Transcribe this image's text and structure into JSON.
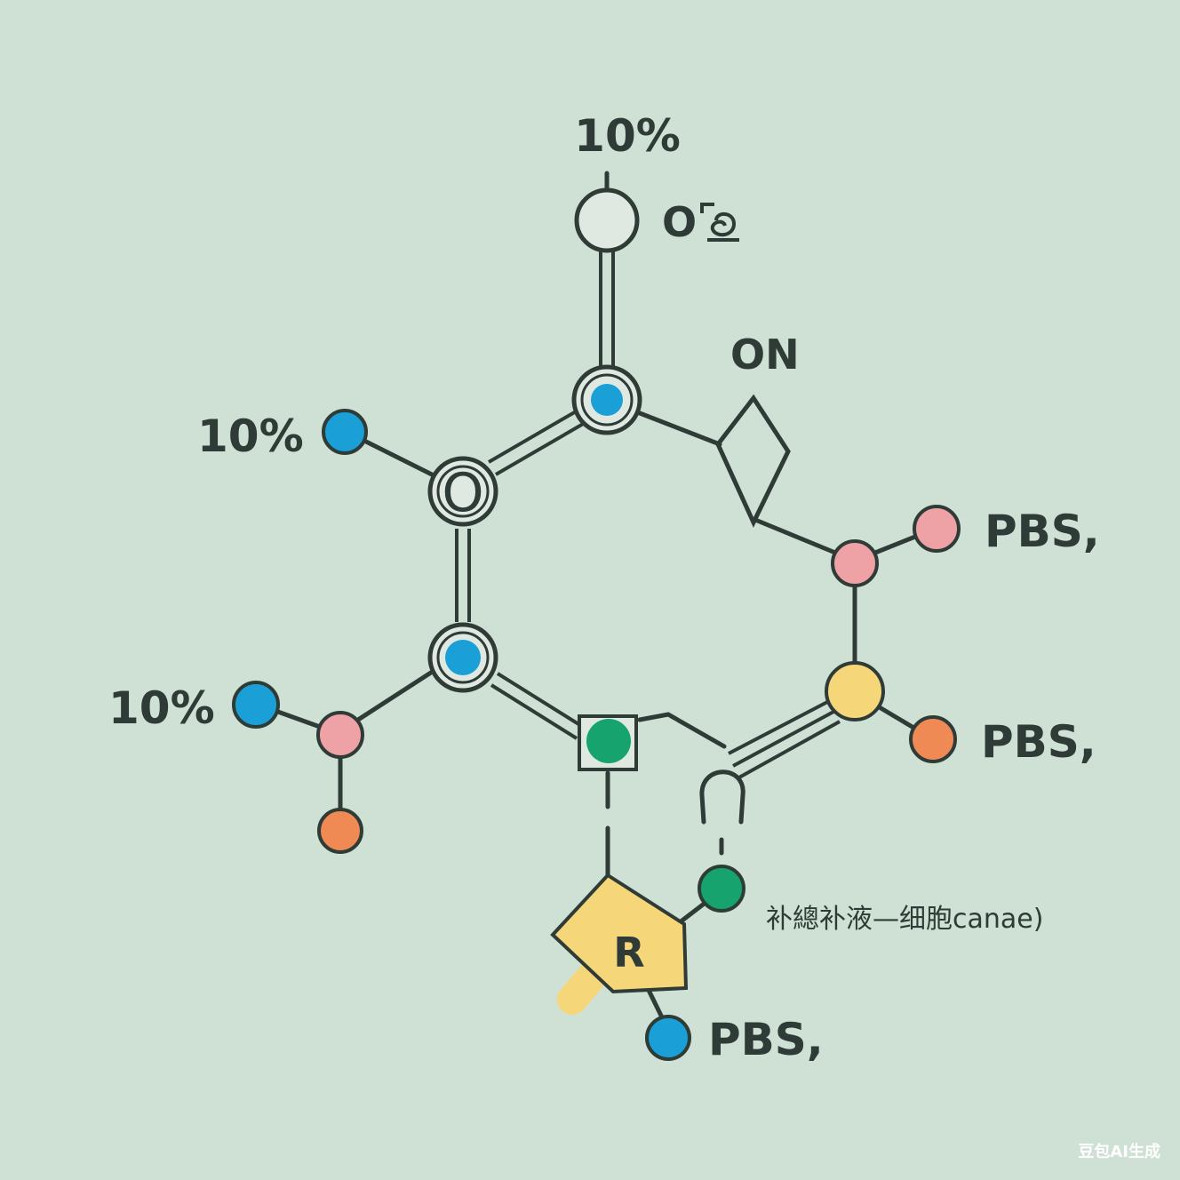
{
  "labels": {
    "top_percent": "10%",
    "top_o_label": "O",
    "on_label": "ON",
    "left_percent_upper": "10%",
    "left_percent_lower": "10%",
    "ring_o_label": "O",
    "pbs_upper": "PBS,",
    "pbs_middle": "PBS,",
    "pbs_lower": "PBS,",
    "r_label": "R",
    "annotation": "补總补液—细胞canae)",
    "watermark": "豆包AI生成"
  },
  "colors": {
    "background": "#cfe0d4",
    "bond": "#2f3b36",
    "blue": "#1a9fd6",
    "pink": "#eea2a5",
    "orange": "#f08a55",
    "yellow": "#f5d77a",
    "green": "#16a36d"
  }
}
